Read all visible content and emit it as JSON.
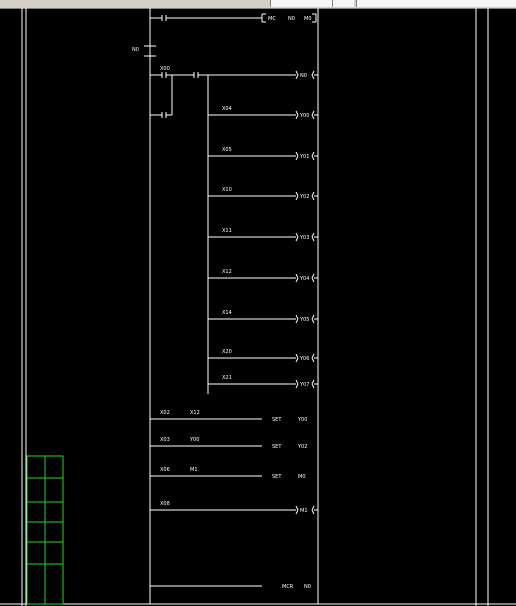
{
  "window": {
    "toolbar_cells": 3
  },
  "ladder": {
    "title_coil": {
      "name": "MC",
      "arg1": "N0",
      "arg2": "M0"
    },
    "mc_contact": {
      "label": "N0"
    },
    "rungs": [
      {
        "contact": "X00",
        "coil": "N0"
      },
      {
        "contact": "X04",
        "coil": "Y00"
      },
      {
        "contact": "X05",
        "coil": "Y01"
      },
      {
        "contact": "X10",
        "coil": "Y02"
      },
      {
        "contact": "X11",
        "coil": "Y03"
      },
      {
        "contact": "X12",
        "coil": "Y04"
      },
      {
        "contact": "X14",
        "coil": "Y05"
      },
      {
        "contact": "X20",
        "coil": "Y06"
      },
      {
        "contact": "X21",
        "coil": "Y07"
      }
    ],
    "set_rows": [
      {
        "contact1": "X02",
        "contact2": "X12",
        "instr": "SET",
        "target": "Y00"
      },
      {
        "contact1": "X03",
        "contact2": "Y00",
        "instr": "SET",
        "target": "Y02"
      },
      {
        "contact1": "X06",
        "contact2": "M1",
        "instr": "SET",
        "target": "M0"
      }
    ],
    "m1_coil": {
      "contact": "X08",
      "coil": "M1"
    },
    "mcr_row": {
      "instr": "MCR",
      "target": "N0"
    }
  },
  "colors": {
    "background": "#000000",
    "wire": "#ffffff",
    "title_block": "#1fd71f"
  }
}
